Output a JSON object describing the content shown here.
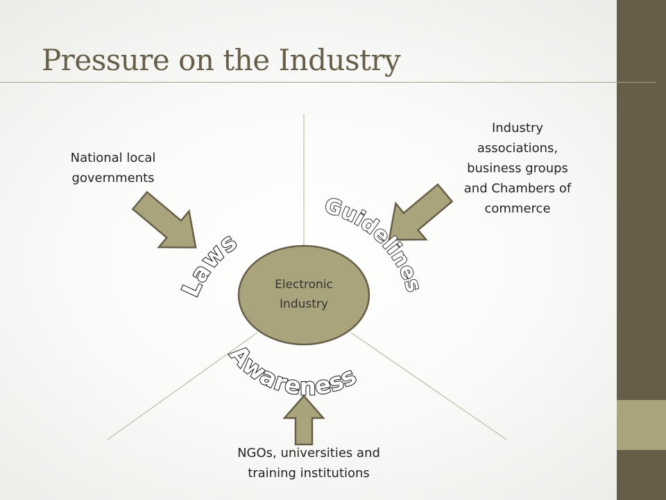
{
  "slide": {
    "title": "Pressure on the Industry"
  },
  "diagram": {
    "center": {
      "line1": "Electronic",
      "line2": "Industry"
    },
    "pressures": [
      {
        "source_lines": [
          "National local",
          "governments"
        ],
        "influence": "Laws"
      },
      {
        "source_lines": [
          "Industry",
          "associations,",
          "business groups",
          "and Chambers of",
          "commerce"
        ],
        "influence": "Guidelines"
      },
      {
        "source_lines": [
          "NGOs, universities and",
          "training institutions"
        ],
        "influence": "Awareness"
      }
    ]
  },
  "colors": {
    "sidebar_dark": "#665e48",
    "sidebar_accent": "#a9a47c",
    "title_text": "#665e48",
    "shape_fill": "#a9a47c",
    "shape_stroke": "#665e48",
    "divider_lines": "#b2ad92"
  }
}
